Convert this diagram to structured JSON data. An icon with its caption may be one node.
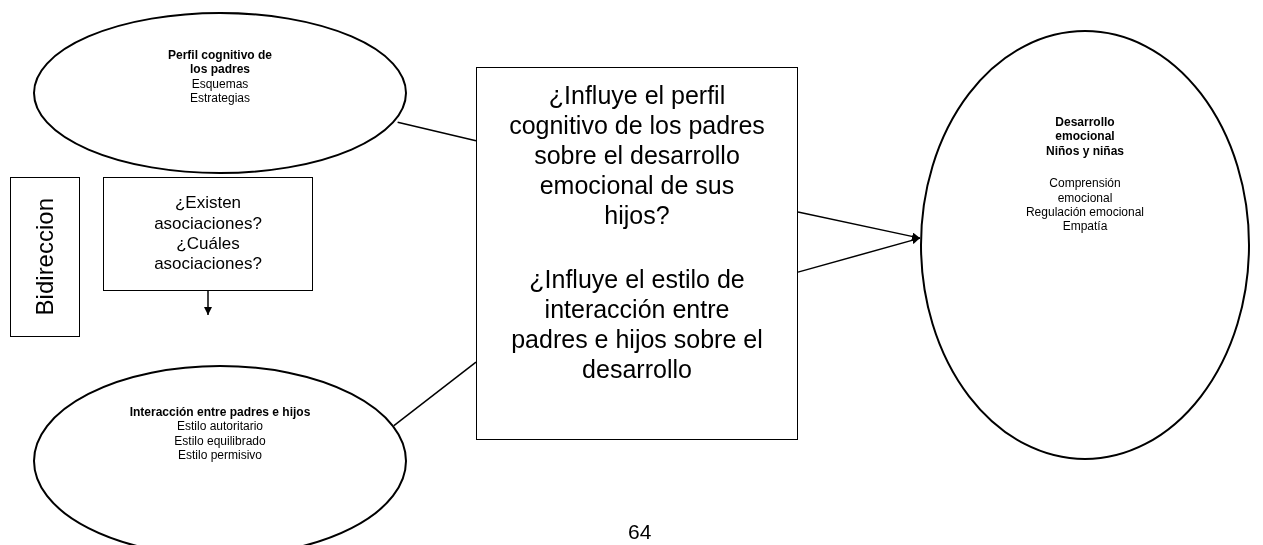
{
  "diagram": {
    "nodes": [
      {
        "text": [
          "Perfil cognitivo de los padres",
          "Esquemas",
          "Estrategias"
        ]
      },
      {
        "text": [
          "Bidireccion"
        ]
      },
      {
        "text": [
          "¿Existen asociaciones? ¿Cuáles asociaciones?"
        ]
      },
      {
        "text": [
          "Interacción entre padres e hijos",
          "Estilo autoritario",
          "Estilo equilibrado",
          "Estilo permisivo"
        ]
      },
      {
        "text": [
          "¿Influye el perfil cognitivo de los padres sobre el desarrollo emocional de sus hijos?",
          "¿Influye el estilo de interacción entre padres e hijos sobre el desarrollo"
        ]
      },
      {
        "text": [
          "Desarrollo emocional Niños y niñas",
          "Comprensión emocional",
          "Regulación emocional",
          "Empatía"
        ]
      }
    ],
    "edges": [
      {
        "from": 0,
        "to": 4,
        "arrow": "none"
      },
      {
        "from": 3,
        "to": 4,
        "arrow": "none"
      },
      {
        "from": 4,
        "to": 5,
        "arrow": "to"
      },
      {
        "from": 4,
        "to": 5,
        "arrow": "to"
      },
      {
        "from": 2,
        "to": null,
        "arrow": "to"
      }
    ],
    "labels": [
      "64"
    ]
  }
}
